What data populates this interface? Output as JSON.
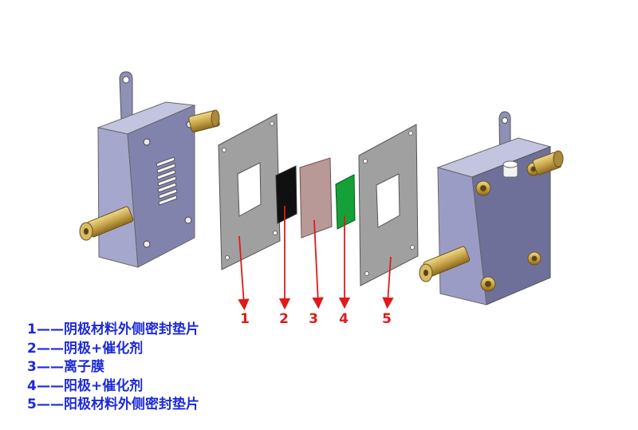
{
  "colors": {
    "arrow": "#e01a1a",
    "label": "#e01a1a",
    "legend_text": "#1d2ad8",
    "block_front": "#a6a7cd",
    "block_side": "#6f7099",
    "block_top": "#c3c4e0",
    "gasket": "#a0a0a0",
    "electrode_cathode": "#101010",
    "membrane": "#b99898",
    "electrode_anode": "#16a038",
    "brass": "#c9a54a"
  },
  "labels": [
    "1",
    "2",
    "3",
    "4",
    "5"
  ],
  "legend": [
    {
      "num": "1",
      "dash": "——",
      "text": "阴极材料外侧密封垫片"
    },
    {
      "num": "2",
      "dash": "——",
      "text": "阴极+催化剂"
    },
    {
      "num": "3",
      "dash": "——",
      "text": "离子膜"
    },
    {
      "num": "4",
      "dash": "——",
      "text": "阳极+催化剂"
    },
    {
      "num": "5",
      "dash": "——",
      "text": "阳极材料外侧密封垫片"
    }
  ]
}
